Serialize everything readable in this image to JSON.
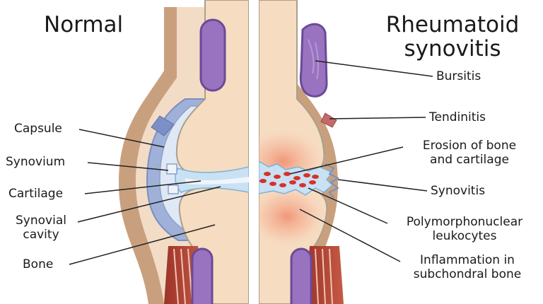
{
  "titles": {
    "normal": "Normal",
    "rheumatoid_line1": "Rheumatoid",
    "rheumatoid_line2": "synovitis"
  },
  "left_labels": {
    "capsule": "Capsule",
    "synovium": "Synovium",
    "cartilage": "Cartilage",
    "synovial_cavity_line1": "Synovial",
    "synovial_cavity_line2": "cavity",
    "bone": "Bone"
  },
  "right_labels": {
    "bursitis": "Bursitis",
    "tendinitis": "Tendinitis",
    "erosion_line1": "Erosion of bone",
    "erosion_line2": "and cartilage",
    "synovitis": "Synovitis",
    "pmn_line1": "Polymorphonuclear",
    "pmn_line2": "leukocytes",
    "inflammation_line1": "Inflammation in",
    "inflammation_line2": "subchondral bone"
  },
  "colors": {
    "skin": "#c9a07e",
    "skin_light": "#f2dcc6",
    "bone": "#f6dcc0",
    "bone_outline": "#a99f8f",
    "capsule_blue": "#9fb1d8",
    "synovium_light": "#dfe8f5",
    "cartilage_blue": "#c9e1f3",
    "bursa_purple": "#9a73c0",
    "bursa_purple_dark": "#6b4a98",
    "muscle_red": "#b54a3a",
    "inflammation_red": "#f08a6a",
    "leukocyte_red": "#d6322a"
  }
}
